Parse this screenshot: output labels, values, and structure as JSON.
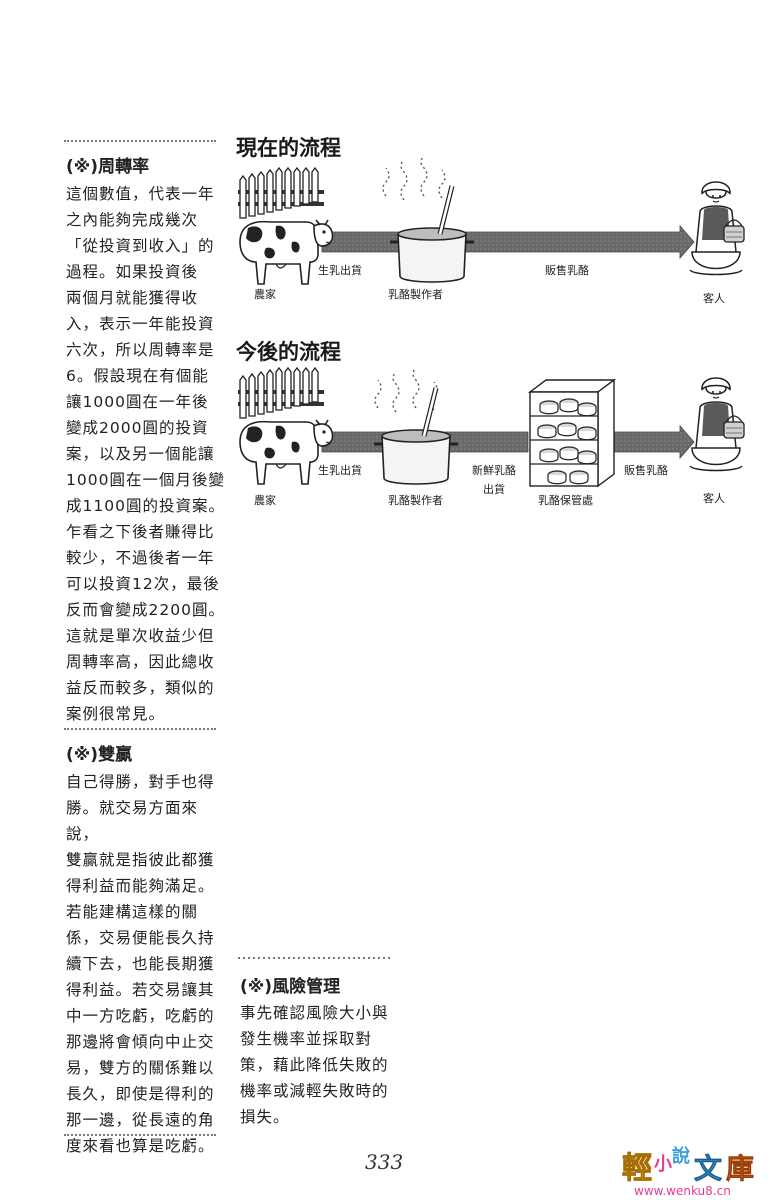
{
  "sidebar": {
    "notes": [
      {
        "title": "(※)周轉率",
        "lines": [
          "這個數值，代表一年",
          "之內能夠完成幾次",
          "「從投資到收入」的",
          "過程。如果投資後",
          "兩個月就能獲得收",
          "入，表示一年能投資",
          "六次，所以周轉率是",
          "6。假設現在有個能",
          "讓1000圓在一年後",
          "變成2000圓的投資",
          "案，以及另一個能讓",
          "1000圓在一個月後變",
          "成1100圓的投資案。",
          "乍看之下後者賺得比",
          "較少，不過後者一年",
          "可以投資12次，最後",
          "反而會變成2200圓。",
          "這就是單次收益少但",
          "周轉率高，因此總收",
          "益反而較多，類似的",
          "案例很常見。"
        ]
      },
      {
        "title": "(※)雙贏",
        "lines": [
          "自己得勝，對手也得",
          "勝。就交易方面來說，",
          "雙贏就是指彼此都獲",
          "得利益而能夠滿足。",
          "若能建構這樣的關",
          "係，交易便能長久持",
          "續下去，也能長期獲",
          "得利益。若交易讓其",
          "中一方吃虧，吃虧的",
          "那邊將會傾向中止交",
          "易，雙方的關係難以",
          "長久，即使是得利的",
          "那一邊，從長遠的角",
          "度來看也算是吃虧。"
        ]
      }
    ]
  },
  "diagram_current": {
    "title": "現在的流程",
    "farmer": "農家",
    "ship_milk": "生乳出貨",
    "cheese_maker": "乳酪製作者",
    "sell_cheese": "販售乳酪",
    "customer": "客人"
  },
  "diagram_future": {
    "title": "今後的流程",
    "farmer": "農家",
    "ship_milk": "生乳出貨",
    "cheese_maker": "乳酪製作者",
    "ship_fresh_line1": "新鮮乳酪",
    "ship_fresh_line2": "出貨",
    "storage": "乳酪保管處",
    "sell_cheese": "販售乳酪",
    "customer": "客人"
  },
  "risk_note": {
    "title": "(※)風險管理",
    "lines": [
      "事先確認風險大小與",
      "發生機率並採取對",
      "策，藉此降低失敗的",
      "機率或減輕失敗時的",
      "損失。"
    ]
  },
  "page_number": "333",
  "watermark": {
    "text": "輕小說文庫",
    "url": "www.wenku8.cn",
    "colors": [
      "#f2b21b",
      "#e83e8c",
      "#3aa0dc",
      "#f06e1e"
    ]
  }
}
